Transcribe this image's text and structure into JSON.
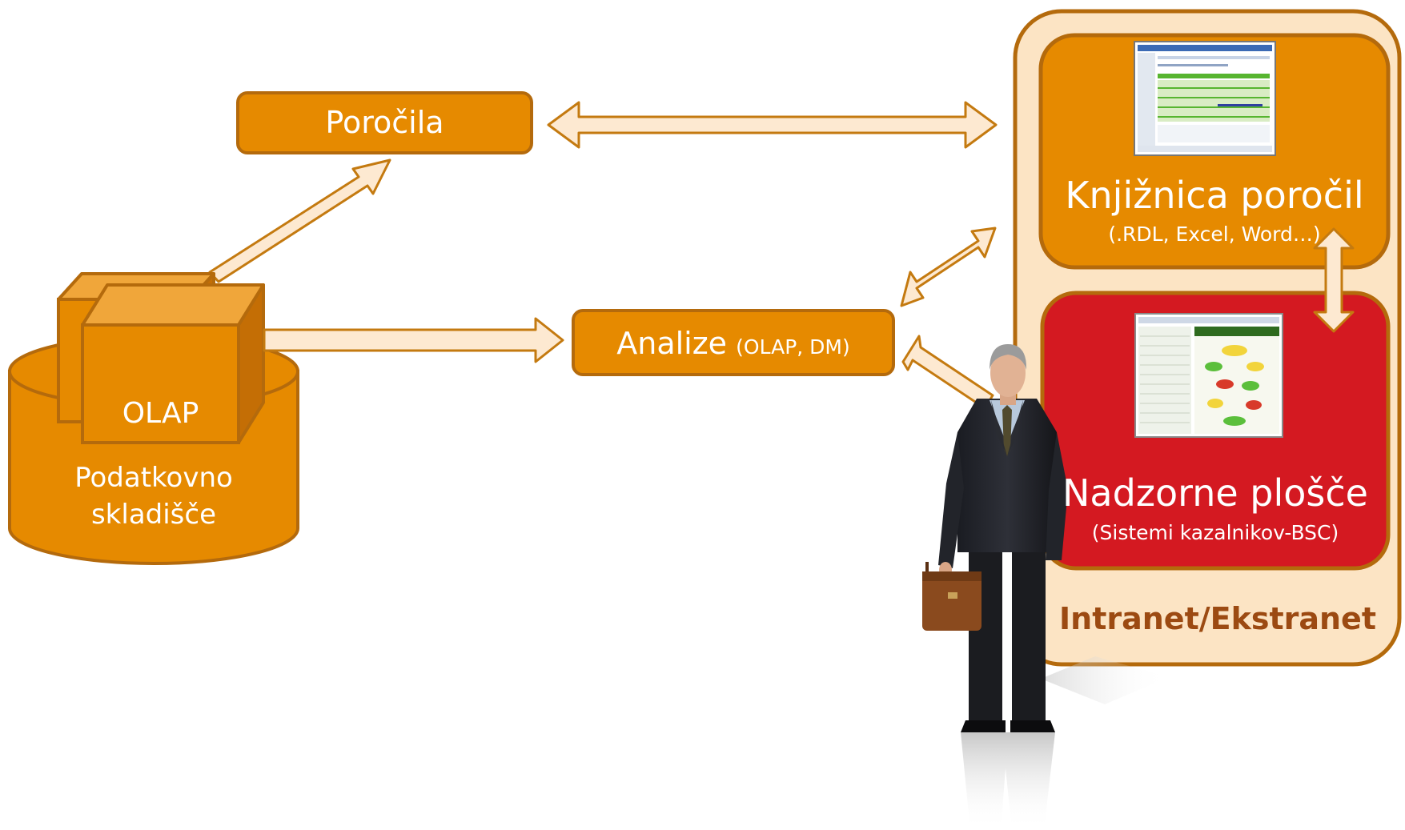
{
  "diagram": {
    "warehouse": {
      "line1": "Podatkovno",
      "line2": "skladišče"
    },
    "olap_cube": {
      "label": "OLAP"
    },
    "reports": {
      "label": "Poročila"
    },
    "analyses": {
      "label": "Analize",
      "note": "(OLAP, DM)"
    },
    "portal": {
      "label": "Intranet/Ekstranet",
      "library": {
        "title": "Knjižnica poročil",
        "subtitle": "(.RDL, Excel, Word…)"
      },
      "dashboards": {
        "title": "Nadzorne plošče",
        "subtitle": "(Sistemi kazalnikov-BSC)"
      }
    },
    "colors": {
      "orange": "#E68A00",
      "orange_border": "#B46A0C",
      "arrow_fill": "#FDE9D1",
      "arrow_stroke": "#C47A10",
      "portal_fill": "#FCE4C4",
      "red": "#D41921",
      "portal_label": "#9C4A12"
    }
  }
}
